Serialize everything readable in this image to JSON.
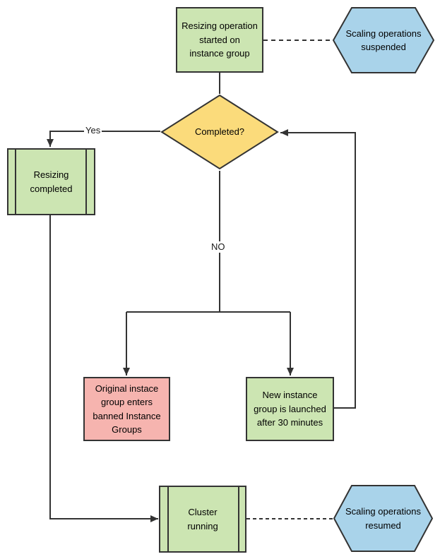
{
  "nodes": {
    "resize_start": {
      "label": "Resizing operation\nstarted on\ninstance group",
      "type": "process"
    },
    "scaling_suspended": {
      "label": "Scaling operations\nsuspended",
      "type": "hexagon"
    },
    "completed": {
      "label": "Completed?",
      "type": "decision"
    },
    "resizing_completed": {
      "label": "Resizing\ncompleted",
      "type": "predefined-process"
    },
    "original_banned": {
      "label": "Original instace\ngroup enters\nbanned Instance\nGroups",
      "type": "process"
    },
    "new_instance_group": {
      "label": "New instance\ngroup is launched\nafter 30 minutes",
      "type": "process"
    },
    "cluster_running": {
      "label": "Cluster\nrunning",
      "type": "predefined-process"
    },
    "scaling_resumed": {
      "label": "Scaling operations\nresumed",
      "type": "hexagon"
    }
  },
  "edge_labels": {
    "yes": "Yes",
    "no": "NO"
  },
  "colors": {
    "process_green": "#cce5b2",
    "decision_yellow": "#fbdb7b",
    "alert_pink": "#f6b4af",
    "hexagon_blue": "#a9d3ea",
    "stroke": "#333333"
  }
}
